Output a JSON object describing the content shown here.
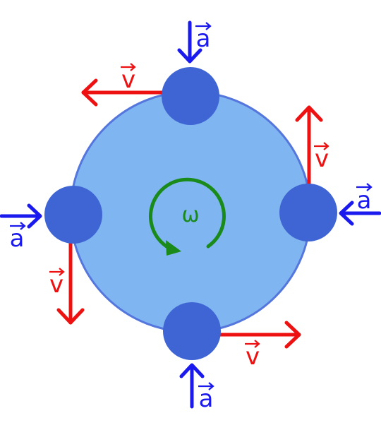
{
  "colors": {
    "disk_fill": "#7fb5f0",
    "disk_stroke": "#5577dd",
    "mass_fill": "#3f65d4",
    "velocity": "#ee1111",
    "acceleration": "#1a1aee",
    "angular_velocity": "#1a8a1a"
  },
  "labels": {
    "omega": "ω",
    "velocity": "v",
    "acceleration": "a"
  }
}
